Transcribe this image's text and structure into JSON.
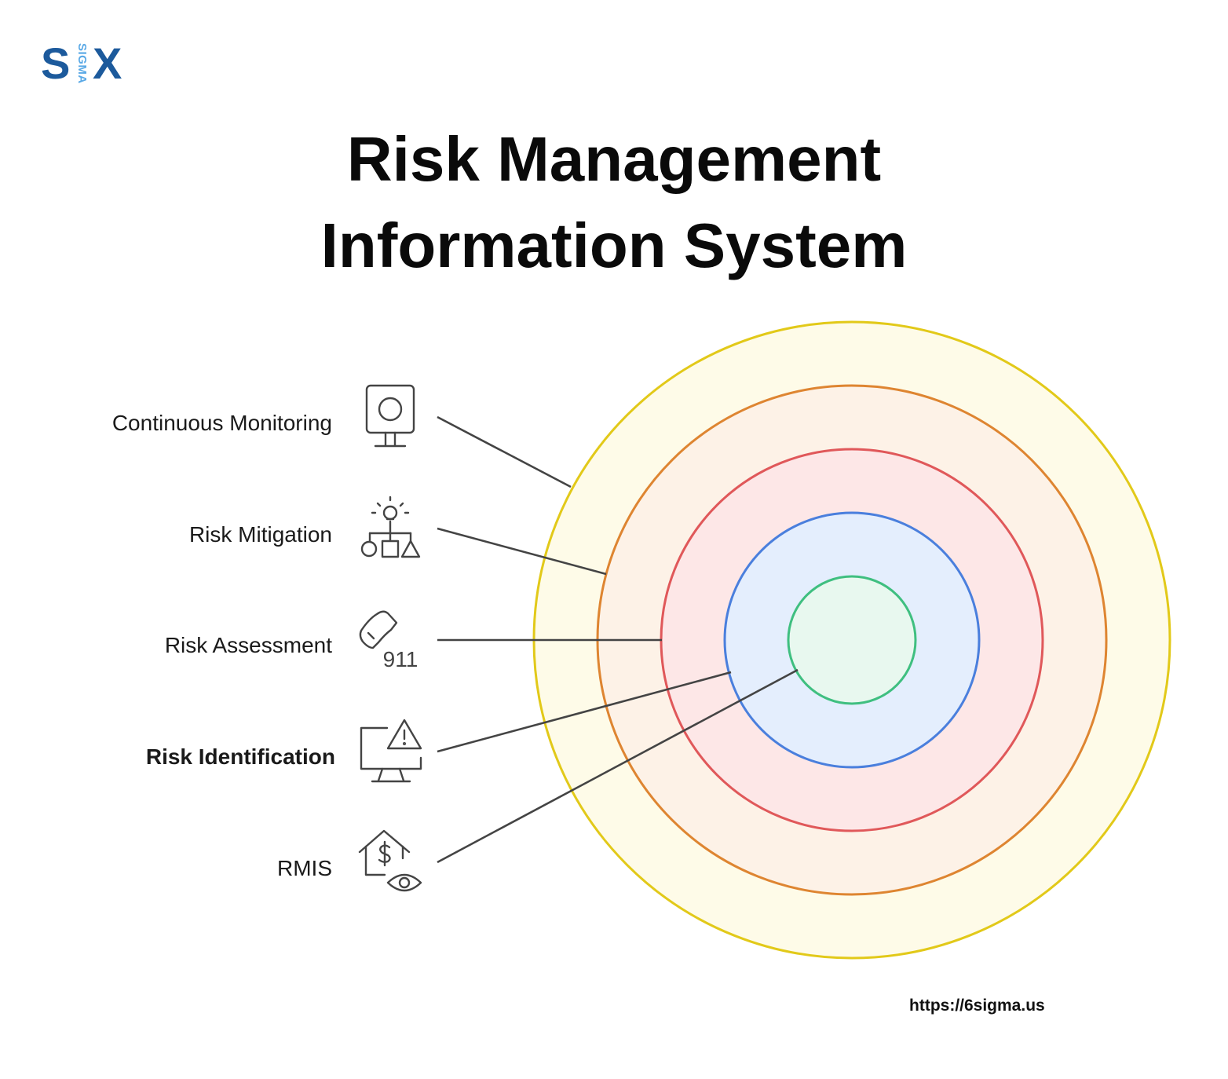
{
  "logo": {
    "left": "S",
    "middle": "SIGMA",
    "right": "X",
    "color": "#1c5a9c",
    "accent": "#5aa9e6"
  },
  "title": {
    "line1": "Risk Management",
    "line2": "Information System"
  },
  "layers": [
    {
      "label": "Continuous Monitoring",
      "icon": "monitoring-camera-icon",
      "stroke": "#e2c919",
      "fill": "#fefbe8"
    },
    {
      "label": "Risk Mitigation",
      "icon": "idea-shapes-flow-icon",
      "stroke": "#de8531",
      "fill": "#fdf2e7"
    },
    {
      "label": "Risk Assessment",
      "icon": "emergency-phone-911-icon",
      "stroke": "#e0585a",
      "fill": "#fde7e7"
    },
    {
      "label": "Risk Identification",
      "icon": "monitor-warning-icon",
      "stroke": "#4a7fdd",
      "fill": "#e4eefd"
    },
    {
      "label": "RMIS",
      "icon": "house-dollar-eye-icon",
      "stroke": "#3fbf80",
      "fill": "#e8f8ef"
    }
  ],
  "icon_text": {
    "emergency_number": "911"
  },
  "source_url": "https://6sigma.us"
}
